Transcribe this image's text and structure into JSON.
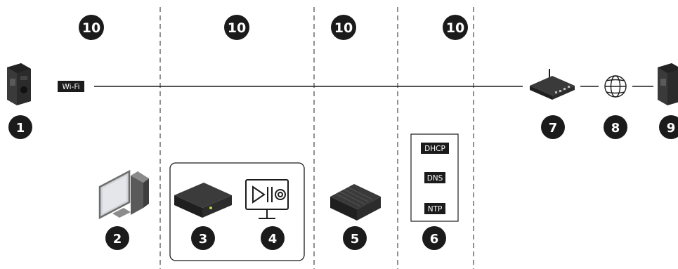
{
  "zone_badges": [
    "10",
    "10",
    "10",
    "10"
  ],
  "labels": {
    "wifi": "Wi-Fi",
    "dhcp": "DHCP",
    "dns": "DNS",
    "ntp": "NTP"
  },
  "device_numbers": {
    "body_camera": "1",
    "computer": "2",
    "docking_recorder": "3",
    "video_management": "4",
    "system_controller": "5",
    "network_services": "6",
    "router": "7",
    "internet": "8",
    "remote_camera": "9"
  },
  "icons": [
    "body-camera-icon",
    "desktop-computer-icon",
    "recorder-box-icon",
    "video-monitor-icon",
    "server-box-icon",
    "router-icon",
    "globe-icon"
  ],
  "colors": {
    "ink": "#1b1b1b",
    "dash": "#555555",
    "accent": "#c7d64a",
    "screen": "#e4e6ea"
  }
}
